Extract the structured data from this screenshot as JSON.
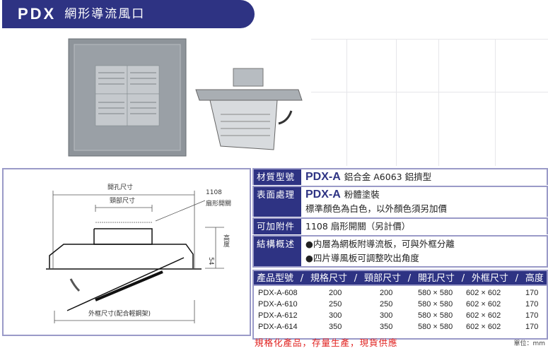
{
  "header": {
    "code": "PDX",
    "name": "網形導流風口"
  },
  "diagram": {
    "opening": "開孔尺寸",
    "neck": "頸部尺寸",
    "switch_code": "1108",
    "switch_name": "扇形開關",
    "height": "高度",
    "dim54": "54",
    "frame": "外框尺寸(配合輕鋼架)"
  },
  "specs": [
    {
      "label": "材質型號",
      "model": "PDX-A",
      "lines": [
        "鋁合金 A6063 鋁擠型"
      ]
    },
    {
      "label": "表面處理",
      "model": "PDX-A",
      "lines": [
        "粉體塗裝",
        "標準顏色為白色，以外顏色須另加價"
      ]
    },
    {
      "label": "可加附件",
      "lines": [
        "1108 扇形開關（另計價）"
      ]
    },
    {
      "label": "結構概述",
      "lines": [
        "●内層為網板附導流板，可與外框分離",
        "●四片導風板可調整吹出角度"
      ]
    }
  ],
  "table": {
    "headers": [
      "產品型號",
      "/",
      "規格尺寸",
      "/",
      "頸部尺寸",
      "/",
      "開孔尺寸",
      "/",
      "外框尺寸",
      "/",
      "高度"
    ],
    "rows": [
      [
        "PDX-A-608",
        "200",
        "200",
        "580 × 580",
        "602 × 602",
        "170"
      ],
      [
        "PDX-A-610",
        "250",
        "250",
        "580 × 580",
        "602 × 602",
        "170"
      ],
      [
        "PDX-A-612",
        "300",
        "300",
        "580 × 580",
        "602 × 602",
        "170"
      ],
      [
        "PDX-A-614",
        "350",
        "350",
        "580 × 580",
        "602 × 602",
        "170"
      ]
    ]
  },
  "footer": {
    "note": "規格化產品，存量生產，現貨供應",
    "unit": "單位：mm"
  }
}
